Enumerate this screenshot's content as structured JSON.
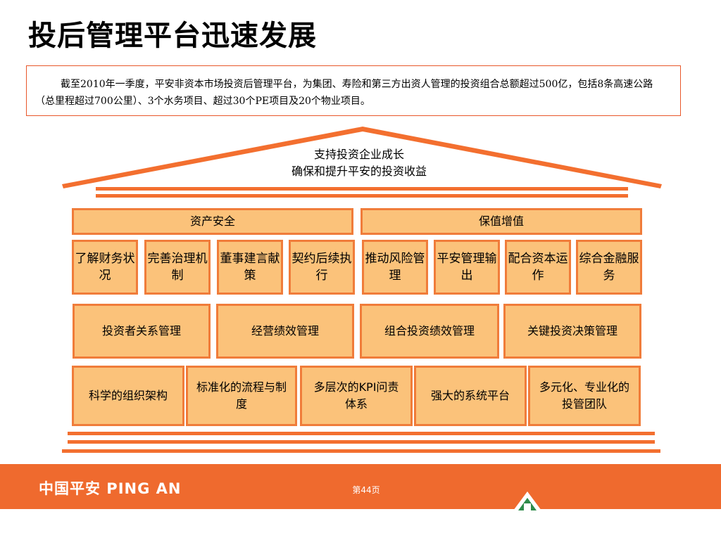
{
  "page": {
    "title": "投后管理平台迅速发展",
    "intro": "截至2010年一季度，平安非资本市场投资后管理平台，为集团、寿险和第三方出资人管理的投资组合总额超过500亿，包括8条高速公路（总里程超过700公里）、3个水务项目、超过30个PE项目及20个物业项目。"
  },
  "roof": {
    "line1": "支持投资企业成长",
    "line2": "确保和提升平安的投资收益"
  },
  "pillars": {
    "left": "资产安全",
    "right": "保值增值"
  },
  "row1": [
    "了解财务状况",
    "完善治理机制",
    "董事建言献策",
    "契约后续执行",
    "推动风险管理",
    "平安管理输出",
    "配合资本运作",
    "综合金融服务"
  ],
  "row2": [
    "投资者关系管理",
    "经营绩效管理",
    "组合投资绩效管理",
    "关键投资决策管理"
  ],
  "row3": [
    "科学的组织架构",
    "标准化的流程与制度",
    "多层次的KPI问责体系",
    "强大的系统平台",
    "多元化、专业化的投管团队"
  ],
  "footer": {
    "logo": "中国平安 PING AN",
    "page_label": "第44页"
  },
  "colors": {
    "accent": "#f36f2f",
    "box_fill": "#fbc27a",
    "footer": "#ef6a2e"
  }
}
